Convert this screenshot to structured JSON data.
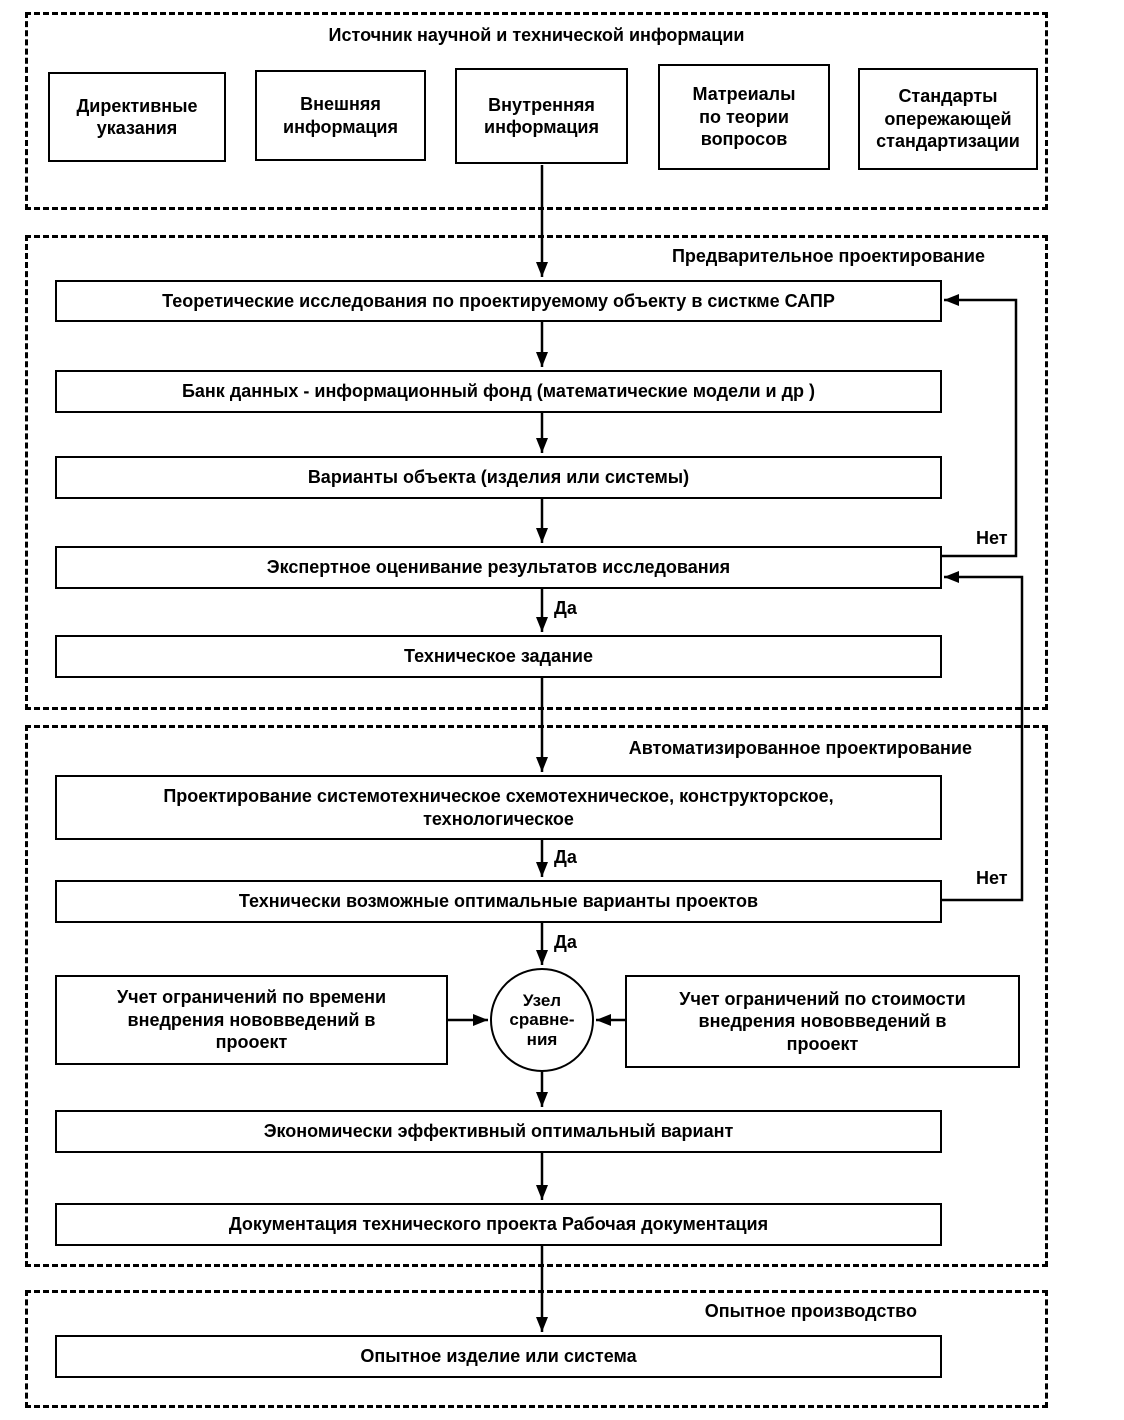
{
  "sections": {
    "sources": {
      "title": "Источник научной и технической информации",
      "boxes": [
        "Директивные\nуказания",
        "Внешняя\nинформация",
        "Внутренняя\nинформация",
        "Матреиалы\nпо теории\nвопросов",
        "Стандарты\nопережающей\nстандартизации"
      ]
    },
    "preliminary": {
      "title": "Предварительное проектирование",
      "boxes": [
        "Теоретические исследования по проектируемому объекту в систкме САПР",
        "Банк данных - информационный фонд (математические модели и др )",
        "Варианты объекта (изделия или системы)",
        "Экспертное оценивание результатов исследования",
        "Техническое задание"
      ]
    },
    "automated": {
      "title": "Автоматизированное проектирование",
      "boxes": [
        "Проектирование  системотехническое  схемотехническое, конструкторское,\nтехнологическое",
        "Технически возможные оптимальные варианты проектов",
        "Учет ограничений по времени\nвнедрения нововведений в\nпрооект",
        "Учет ограничений по стоимости\nвнедрения нововведений в\nпрооект",
        "Экономически эффективный оптимальный вариант",
        "Документация технического проекта  Рабочая документация"
      ],
      "compare_node": "Узел\nсравне-\nния"
    },
    "production": {
      "title": "Опытное производство",
      "boxes": [
        "Опытное изделие или система"
      ]
    }
  },
  "flow_labels": {
    "yes": "Да",
    "no": "Нет"
  }
}
